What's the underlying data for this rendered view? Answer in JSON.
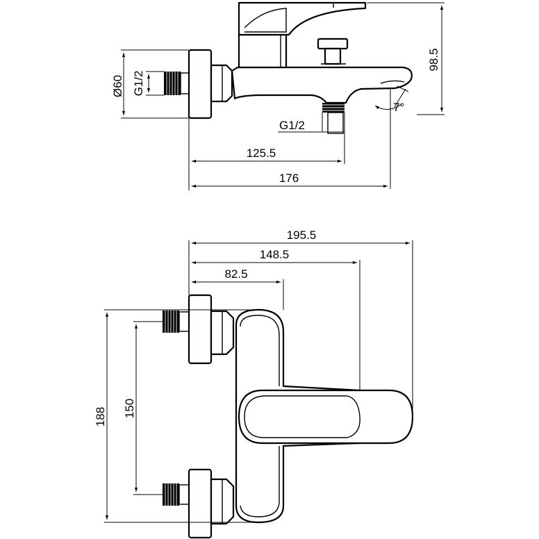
{
  "side_view": {
    "labels": {
      "diameter": "Ø60",
      "thread_inlet": "G1/2",
      "thread_outlet": "G1/2",
      "height": "98.5",
      "outlet_offset": "125.5",
      "spout_reach": "176",
      "angle": "7°"
    }
  },
  "top_view": {
    "labels": {
      "overall_length": "195.5",
      "handle_length": "148.5",
      "lever_offset": "82.5",
      "inlet_centers": "150",
      "overall_height": "188"
    }
  }
}
